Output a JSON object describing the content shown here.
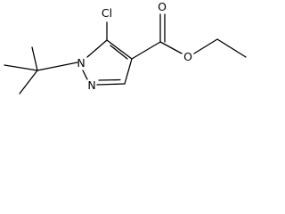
{
  "diagram": {
    "atoms": {
      "chlorine": "Cl",
      "ester_carbonyl_oxygen": "O",
      "ester_ether_oxygen": "O",
      "ring_nitrogen_1": "N",
      "ring_nitrogen_2": "N"
    },
    "colors": {
      "ink": "#000000",
      "background": "#ffffff"
    }
  }
}
